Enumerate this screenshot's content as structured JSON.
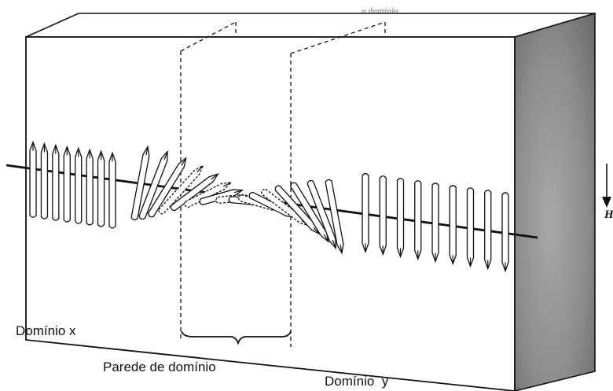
{
  "labels": {
    "domain_x": "Domínio x",
    "domain_wall": "Parede de domínio",
    "domain_y": "Domínio  y",
    "field_symbol": "H",
    "top_fragment": "o domínio"
  },
  "moments": {
    "left_count": 8,
    "wall_count": 16,
    "right_count": 9
  },
  "colors": {
    "outline": "#111111",
    "side_face": "#9a9a9a",
    "side_face_dark": "#6e6e6e",
    "background": "#ffffff"
  }
}
